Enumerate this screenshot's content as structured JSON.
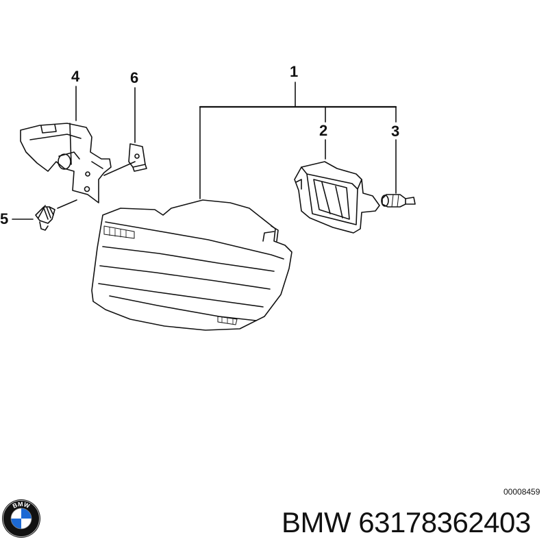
{
  "callouts": {
    "c1": "1",
    "c2": "2",
    "c3": "3",
    "c4": "4",
    "c5": "5",
    "c6": "6"
  },
  "diagram_id": "00008459",
  "caption": "BMW 63178362403",
  "logo": {
    "letters": "BMW",
    "colors": {
      "blue": "#1c69d4",
      "black": "#111111",
      "white": "#ffffff"
    }
  },
  "colors": {
    "line": "#111111",
    "lens_shade": "#dddddd"
  }
}
